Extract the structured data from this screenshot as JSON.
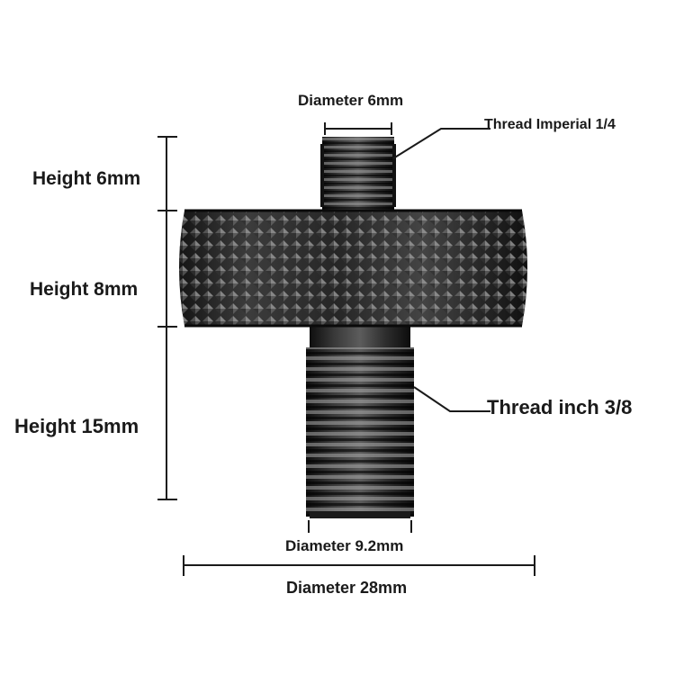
{
  "labels": {
    "diameter_top": "Diameter 6mm",
    "thread_top": "Thread Imperial 1/4",
    "height_top": "Height 6mm",
    "height_mid": "Height 8mm",
    "height_bottom": "Height 15mm",
    "thread_bottom": "Thread inch 3/8",
    "diameter_bottom": "Diameter 9.2mm",
    "diameter_knob": "Diameter 28mm"
  },
  "colors": {
    "ink": "#1a1a1a",
    "metal_dark": "#1c1c1c",
    "metal_light": "#6a6a6a"
  }
}
